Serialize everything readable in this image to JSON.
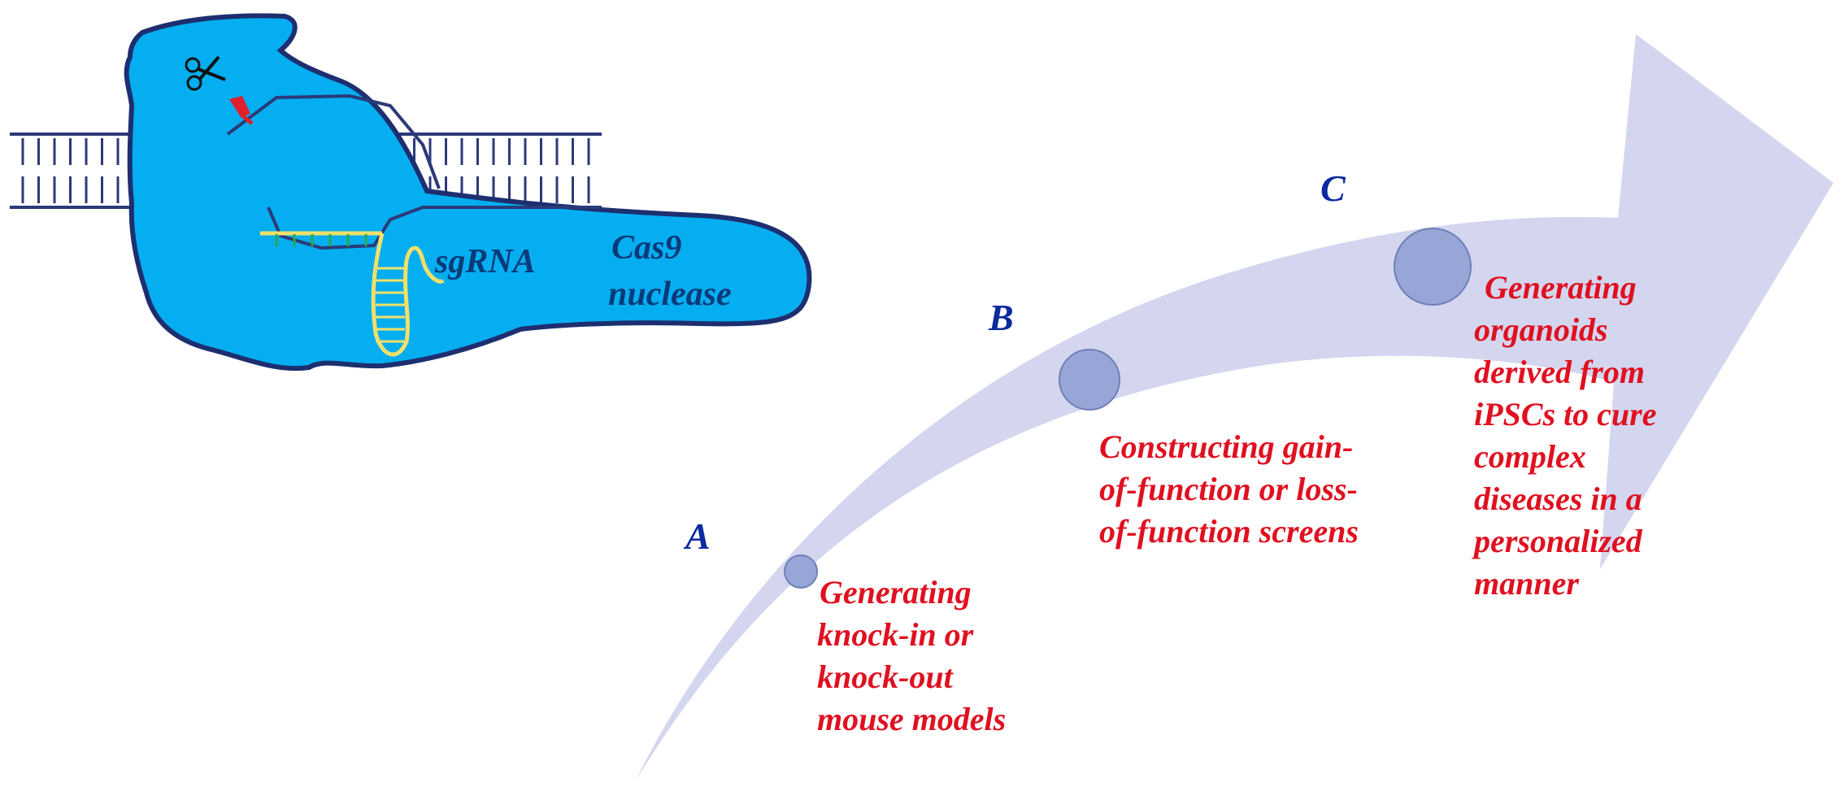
{
  "colors": {
    "arrow": "#d3d6ee",
    "node": "#97a6d6",
    "node_stroke": "#6f7fb8",
    "cas9_fill": "#05aef0",
    "cas9_stroke": "#1d2f70",
    "dna": "#2b3a78",
    "sgrna": "#f2e06a",
    "base_pair": "#2aa84a",
    "pam": "#e0202a",
    "step_letter": "#0a2aa0",
    "step_text": "#e01020"
  },
  "cas9_complex": {
    "sgrna_label": "sgRNA",
    "nuclease_label_line1": "Cas9",
    "nuclease_label_line2": "nuclease",
    "cut_icon": "scissors-icon"
  },
  "steps": [
    {
      "letter": "A",
      "lines": [
        "Generating",
        "knock-in or",
        "knock-out",
        "mouse models"
      ]
    },
    {
      "letter": "B",
      "lines": [
        "Constructing gain-",
        "of-function or loss-",
        "of-function screens"
      ]
    },
    {
      "letter": "C",
      "lines": [
        "Generating",
        "organoids",
        "derived from",
        "iPSCs to cure",
        "complex",
        "diseases in a",
        "personalized",
        "manner"
      ]
    }
  ]
}
